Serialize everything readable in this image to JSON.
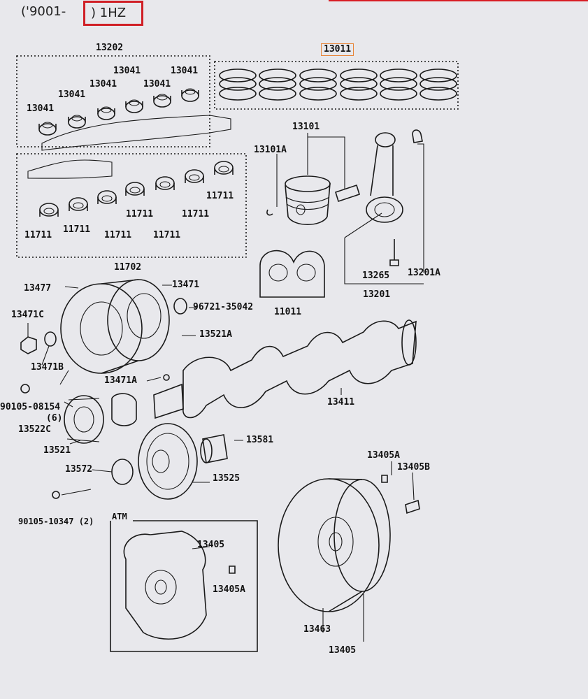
{
  "header": {
    "prefix": "('9001-",
    "model": ") 1HZ"
  },
  "parts": {
    "p13202": "13202",
    "p13011": "13011",
    "p13041": "13041",
    "p11711": "11711",
    "p13101": "13101",
    "p13101A": "13101A",
    "p11702": "11702",
    "p13477": "13477",
    "p13471": "13471",
    "p96721": "96721-35042",
    "p11011": "11011",
    "p13265": "13265",
    "p13201A": "13201A",
    "p13201": "13201",
    "p13471C": "13471C",
    "p13521A": "13521A",
    "p13471B": "13471B",
    "p13471A": "13471A",
    "p90105a": "90105-08154",
    "p6": "(6)",
    "p13522C": "13522C",
    "p13411": "13411",
    "p13521": "13521",
    "p13581": "13581",
    "p13572": "13572",
    "p13525": "13525",
    "p13405A": "13405A",
    "p13405B": "13405B",
    "p90105b": "90105-10347 (2)",
    "pATM": "ATM",
    "p13405": "13405",
    "p13463": "13463"
  }
}
